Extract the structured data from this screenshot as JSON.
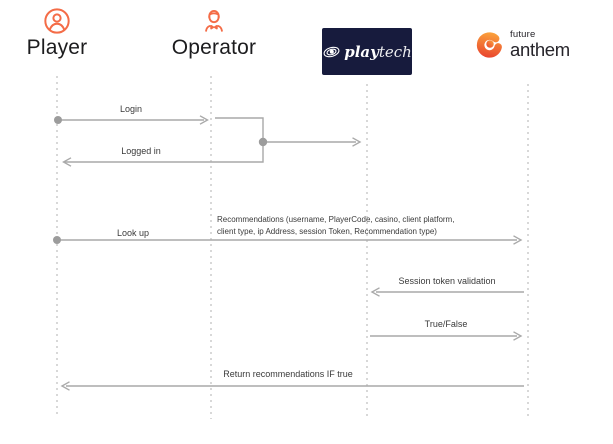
{
  "diagram": {
    "type": "sequence-diagram",
    "actors": [
      {
        "id": "player",
        "name": "Player",
        "icon": "player-person-icon"
      },
      {
        "id": "operator",
        "name": "Operator",
        "icon": "operator-person-icon"
      },
      {
        "id": "playtech",
        "name": "playtech",
        "logo_bold": "play",
        "logo_light": "tech"
      },
      {
        "id": "future-anthem",
        "name": "future anthem",
        "logo_top": "future",
        "logo_bottom": "anthem"
      }
    ],
    "messages": [
      {
        "label": "Login",
        "from": "Player",
        "to": "Operator"
      },
      {
        "label": "Logged in",
        "from": "Operator",
        "to": "Player"
      },
      {
        "label": "Look up",
        "from": "Player",
        "to": "Future Anthem",
        "detail_line1": "Recommendations (username, PlayerCode, casino, client platform,",
        "detail_line2": "client type, ip Address, session Token, Recommendation type)"
      },
      {
        "label": "Session token validation",
        "from": "Future Anthem",
        "to": "Playtech"
      },
      {
        "label": "True/False",
        "from": "Playtech",
        "to": "Future Anthem"
      },
      {
        "label": "Return recommendations IF true",
        "from": "Future Anthem",
        "to": "Player"
      }
    ],
    "colors": {
      "accent_orange": "#F46C47",
      "anthem_gradient_start": "#E9452E",
      "anthem_gradient_end": "#FBA23C",
      "playtech_navy": "#171B3D",
      "arrow_gray": "#A9A9A9",
      "lifeline_gray": "#D8D8D8"
    }
  }
}
